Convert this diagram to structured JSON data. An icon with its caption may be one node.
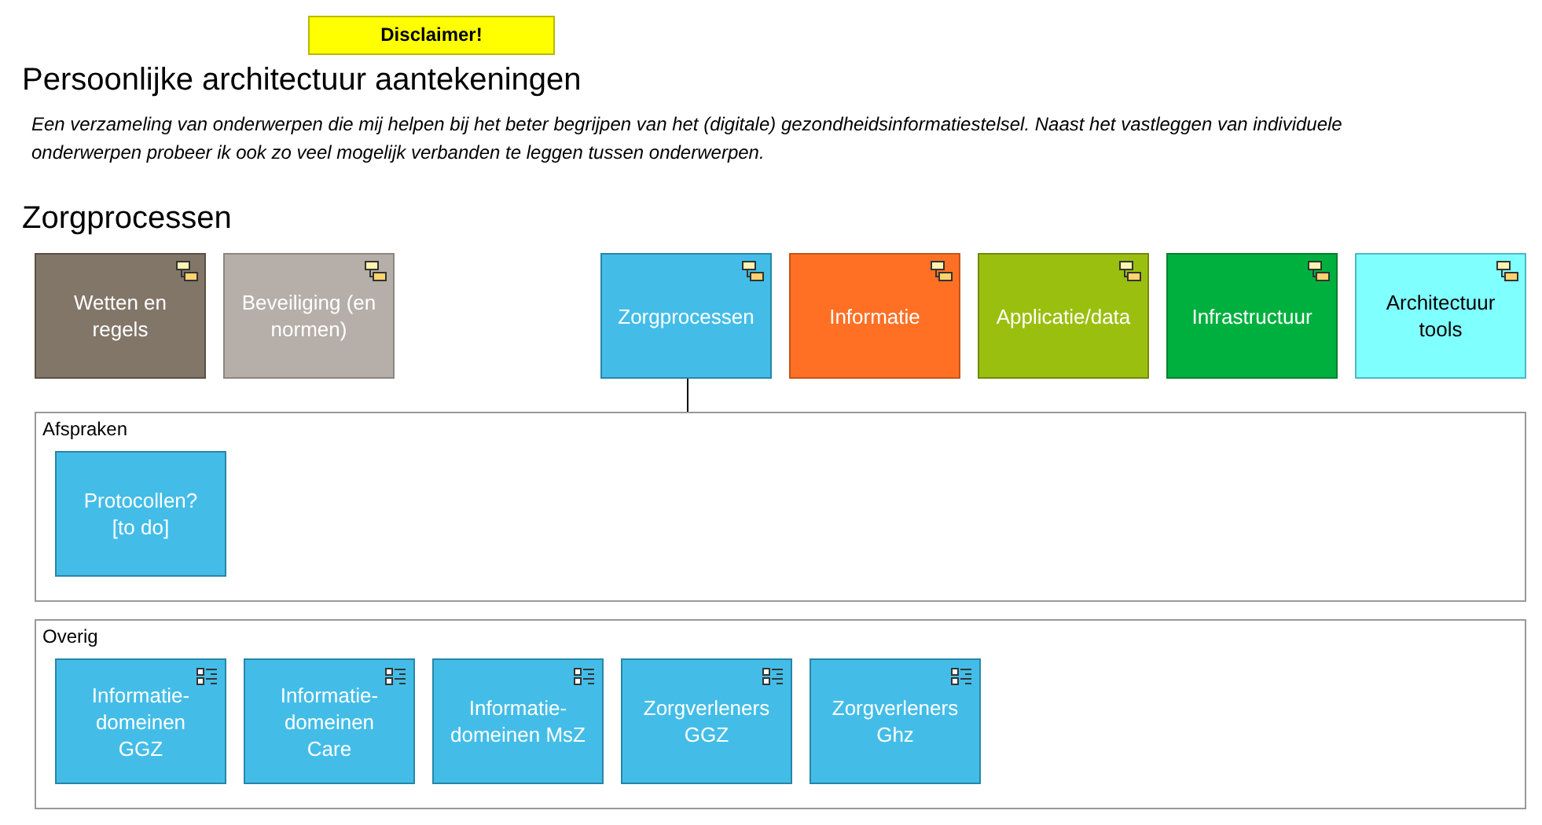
{
  "diagram": {
    "title": "Persoonlijke architectuur aantekeningen",
    "nodes": [
      {
        "text": [
          "Disclaimer!"
        ]
      },
      {
        "text": [
          "Wetten en regels"
        ]
      },
      {
        "text": [
          "Beveiliging (en normen)"
        ]
      },
      {
        "text": [
          "Zorgprocessen"
        ]
      },
      {
        "text": [
          "Informatie"
        ]
      },
      {
        "text": [
          "Applicatie/data"
        ]
      },
      {
        "text": [
          "Infrastructuur"
        ]
      },
      {
        "text": [
          "Architectuur tools"
        ]
      },
      {
        "text": [
          "Afspraken"
        ]
      },
      {
        "text": [
          "Protocollen? [to do]"
        ],
        "in": 8
      },
      {
        "text": [
          "Overig"
        ]
      },
      {
        "text": [
          "Informatie-domeinen GGZ"
        ],
        "in": 10
      },
      {
        "text": [
          "Informatie-domeinen Care"
        ],
        "in": 10
      },
      {
        "text": [
          "Informatie-domeinen MsZ"
        ],
        "in": 10
      },
      {
        "text": [
          "Zorgverleners GGZ"
        ],
        "in": 10
      },
      {
        "text": [
          "Zorgverleners Ghz"
        ],
        "in": 10
      }
    ],
    "edges": [
      {
        "from": 3,
        "to": 8,
        "arrow": "none"
      }
    ],
    "labels": [
      "Een verzameling van onderwerpen die mij helpen bij het beter begrijpen van het (digitale) gezondheidsinformatiestelsel. Naast het vastleggen van individuele onderwerpen probeer ik ook zo veel mogelijk verbanden te leggen tussen onderwerpen.",
      "Zorgprocessen"
    ]
  }
}
